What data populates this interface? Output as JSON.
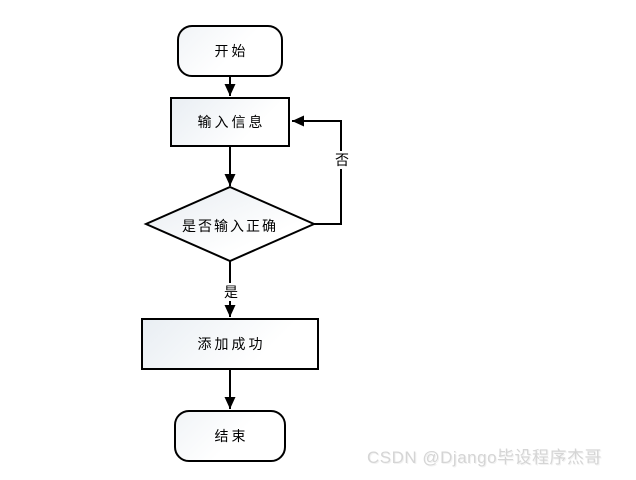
{
  "flowchart": {
    "title": "add-record-flowchart",
    "nodes": [
      {
        "id": "start",
        "type": "terminator",
        "label": "开始"
      },
      {
        "id": "input-info",
        "type": "process",
        "label": "输入信息"
      },
      {
        "id": "check-input",
        "type": "decision",
        "label": "是否输入正确"
      },
      {
        "id": "add-success",
        "type": "process",
        "label": "添加成功"
      },
      {
        "id": "end",
        "type": "terminator",
        "label": "结束"
      }
    ],
    "branch_labels": {
      "yes": "是",
      "no": "否"
    }
  },
  "watermark": "CSDN @Django毕设程序杰哥",
  "colors": {
    "stroke": "#000000",
    "shape_tint": "#e9eef3",
    "background": "#ffffff",
    "watermark_text": "#d5d5d5"
  }
}
